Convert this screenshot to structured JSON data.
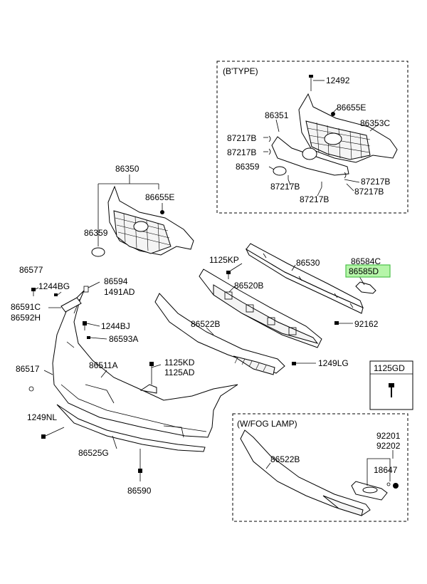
{
  "boxes": {
    "btype": "(B'TYPE)",
    "fog": "(W/FOG LAMP)",
    "single": "1125GD"
  },
  "labels": {
    "p12492": "12492",
    "p86655E_b": "86655E",
    "p86351": "86351",
    "p86353C": "86353C",
    "p87217B_a": "87217B",
    "p87217B_b": "87217B",
    "p86359_b": "86359",
    "p87217B_c": "87217B",
    "p87217B_d": "87217B",
    "p87217B_e": "87217B",
    "p87217B_f": "87217B",
    "p86350": "86350",
    "p86655E": "86655E",
    "p86359": "86359",
    "p1125KP": "1125KP",
    "p86530": "86530",
    "p86584C": "86584C",
    "p86585D": "86585D",
    "p86520B": "86520B",
    "p92162": "92162",
    "p86577": "86577",
    "p1244BG": "1244BG",
    "p86594": "86594",
    "p1491AD": "1491AD",
    "p86591C": "86591C",
    "p86592H": "86592H",
    "p1244BJ": "1244BJ",
    "p86522B": "86522B",
    "p86593A": "86593A",
    "p1125KD": "1125KD",
    "p1125AD": "1125AD",
    "p1249LG": "1249LG",
    "p86517": "86517",
    "p86511A": "86511A",
    "p1249NL": "1249NL",
    "p86525G": "86525G",
    "p86590": "86590",
    "p92201": "92201",
    "p92202": "92202",
    "p18647": "18647",
    "p86522B_fog": "86522B"
  },
  "highlight": {
    "part": "86585D",
    "color": "#b6f5a9",
    "border": "#4cc04a"
  }
}
